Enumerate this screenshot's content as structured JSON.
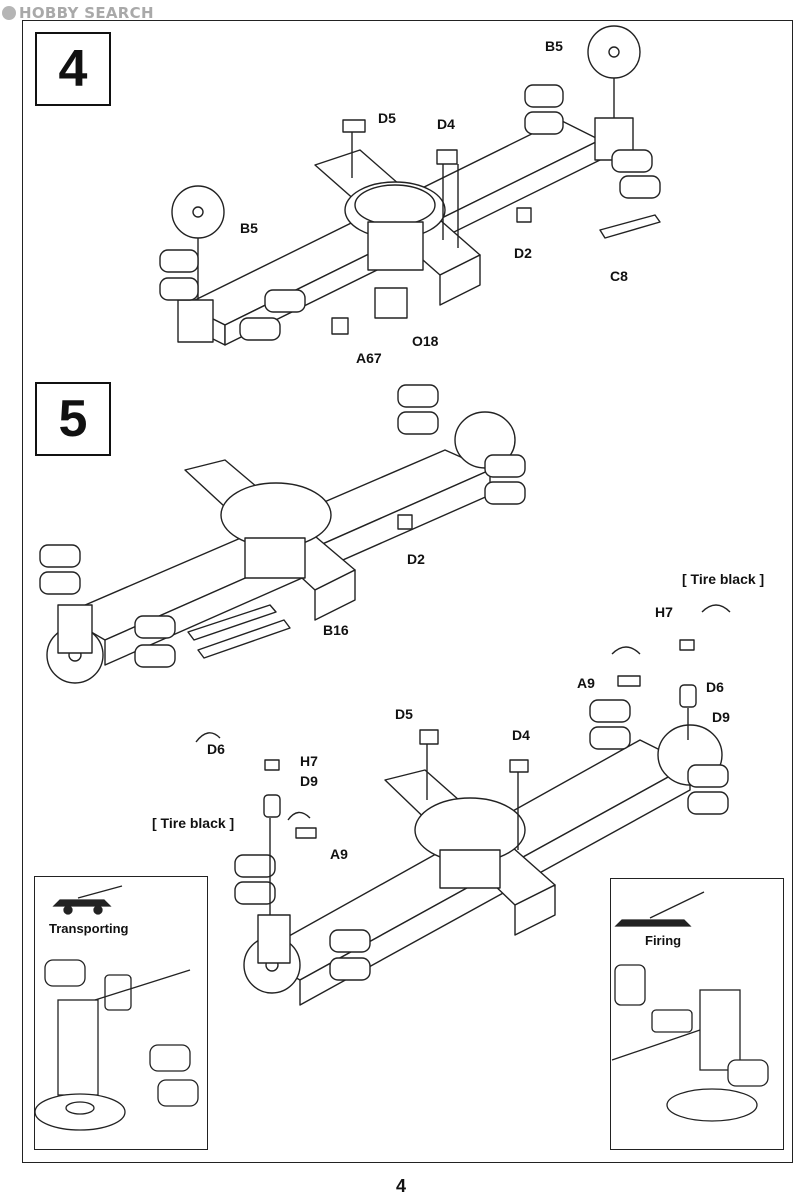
{
  "watermark": {
    "text": "HOBBY SEARCH"
  },
  "steps": [
    {
      "number": "4"
    },
    {
      "number": "5"
    }
  ],
  "callouts": {
    "step4": [
      "B5",
      "D5",
      "D4",
      "B5",
      "D2",
      "C8",
      "A67",
      "O18"
    ],
    "step5": [
      "D2",
      "B16",
      "H7",
      "A9",
      "D6",
      "D9",
      "D5",
      "D4",
      "D6",
      "H7",
      "D9",
      "A9"
    ]
  },
  "notes": {
    "tire_black_right": "[ Tire black ]",
    "tire_black_left": "[ Tire black ]"
  },
  "insets": {
    "transporting": "Transporting",
    "firing": "Firing"
  },
  "page_number": "4"
}
